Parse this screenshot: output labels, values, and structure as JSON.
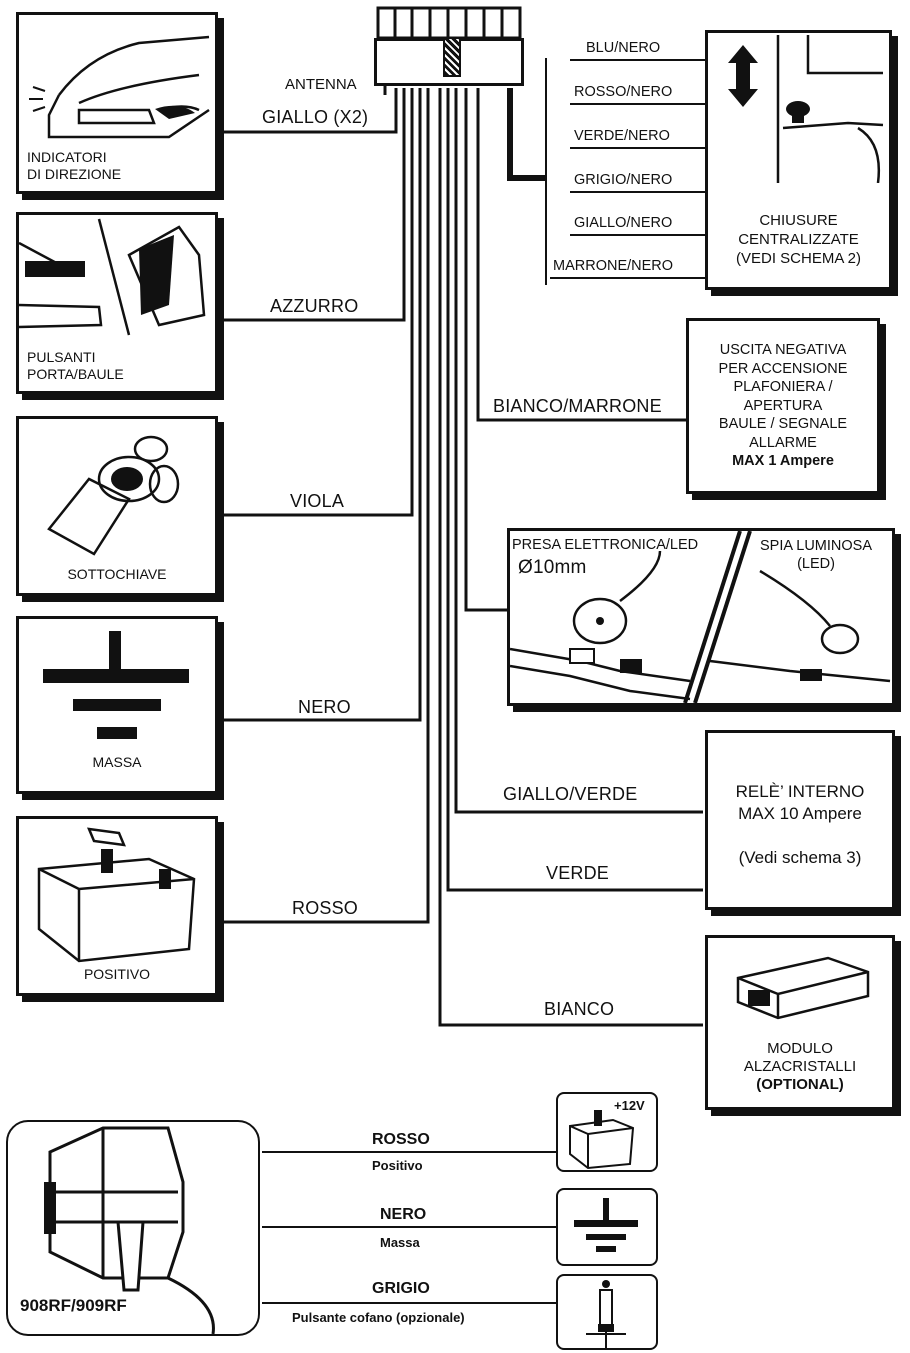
{
  "connector_label": "ANTENNA",
  "left_boxes": [
    {
      "caption_1": "INDICATORI",
      "caption_2": "DI DIREZIONE",
      "wire": "GIALLO (X2)"
    },
    {
      "caption_1": "PULSANTI",
      "caption_2": "PORTA/BAULE",
      "wire": "AZZURRO"
    },
    {
      "caption_1": "SOTTOCHIAVE",
      "wire": "VIOLA"
    },
    {
      "caption_1": "MASSA",
      "wire": "NERO"
    },
    {
      "caption_1": "POSITIVO",
      "wire": "ROSSO"
    }
  ],
  "locks": {
    "wires": [
      "BLU/NERO",
      "ROSSO/NERO",
      "VERDE/NERO",
      "GRIGIO/NERO",
      "GIALLO/NERO",
      "MARRONE/NERO"
    ],
    "caption": [
      "CHIUSURE",
      "CENTRALIZZATE",
      "(VEDI SCHEMA 2)"
    ]
  },
  "output": {
    "wire": "BIANCO/MARRONE",
    "lines": [
      "USCITA NEGATIVA",
      "PER ACCENSIONE",
      "PLAFONIERA /",
      "APERTURA",
      "BAULE / SEGNALE",
      "ALLARME"
    ],
    "bold": "MAX 1 Ampere"
  },
  "led": {
    "left_title": "PRESA ELETTRONICA/LED",
    "diameter": "Ø10mm",
    "right_title_1": "SPIA LUMINOSA",
    "right_title_2": "(LED)"
  },
  "relay": {
    "wire_1": "GIALLO/VERDE",
    "wire_2": "VERDE",
    "line1": "RELÈ’ INTERNO",
    "line2": "MAX 10 Ampere",
    "line3": "(Vedi schema 3)"
  },
  "module": {
    "wire": "BIANCO",
    "line1": "MODULO",
    "line2": "ALZACRISTALLI",
    "line3": "(OPTIONAL)"
  },
  "siren": {
    "model": "908RF/909RF",
    "wires": [
      {
        "name": "ROSSO",
        "desc": "Positivo"
      },
      {
        "name": "NERO",
        "desc": "Massa"
      },
      {
        "name": "GRIGIO",
        "desc": "Pulsante cofano (opzionale)"
      }
    ],
    "battery_tag": "+12V"
  }
}
